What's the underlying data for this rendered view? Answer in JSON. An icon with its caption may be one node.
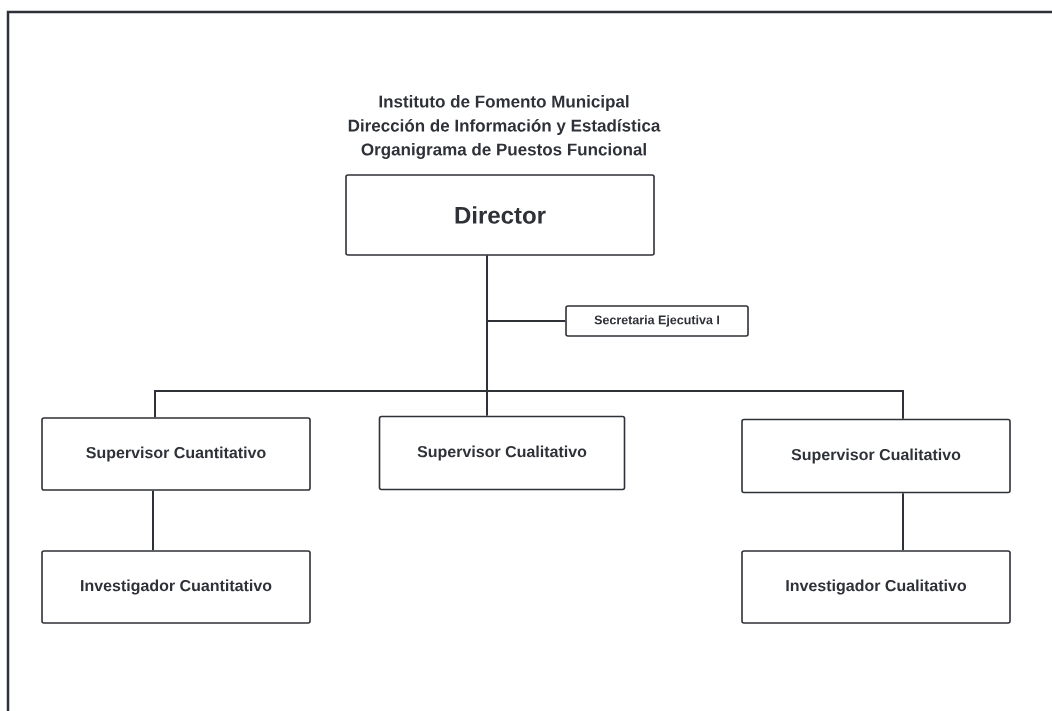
{
  "diagram": {
    "title": "Instituto de Fomento Municipal",
    "nodes": [
      {
        "text": [
          "Director"
        ]
      },
      {
        "text": [
          "Secretaria Ejecutiva I"
        ]
      },
      {
        "text": [
          "Supervisor Cuantitativo"
        ]
      },
      {
        "text": [
          "Supervisor Cualitativo"
        ]
      },
      {
        "text": [
          "Supervisor Cualitativo"
        ]
      },
      {
        "text": [
          "Investigador Cuantitativo"
        ]
      },
      {
        "text": [
          "Investigador Cualitativo"
        ]
      }
    ],
    "edges": [
      {
        "from": 0,
        "to": 1,
        "arrow": "none"
      },
      {
        "from": 0,
        "to": 2,
        "arrow": "none"
      },
      {
        "from": 0,
        "to": 3,
        "arrow": "none"
      },
      {
        "from": 0,
        "to": 4,
        "arrow": "none"
      },
      {
        "from": 2,
        "to": 5,
        "arrow": "none"
      },
      {
        "from": 4,
        "to": 6,
        "arrow": "none"
      }
    ],
    "labels": [
      "Dirección de Información y Estadística",
      "Organigrama de Puestos Funcional"
    ]
  }
}
